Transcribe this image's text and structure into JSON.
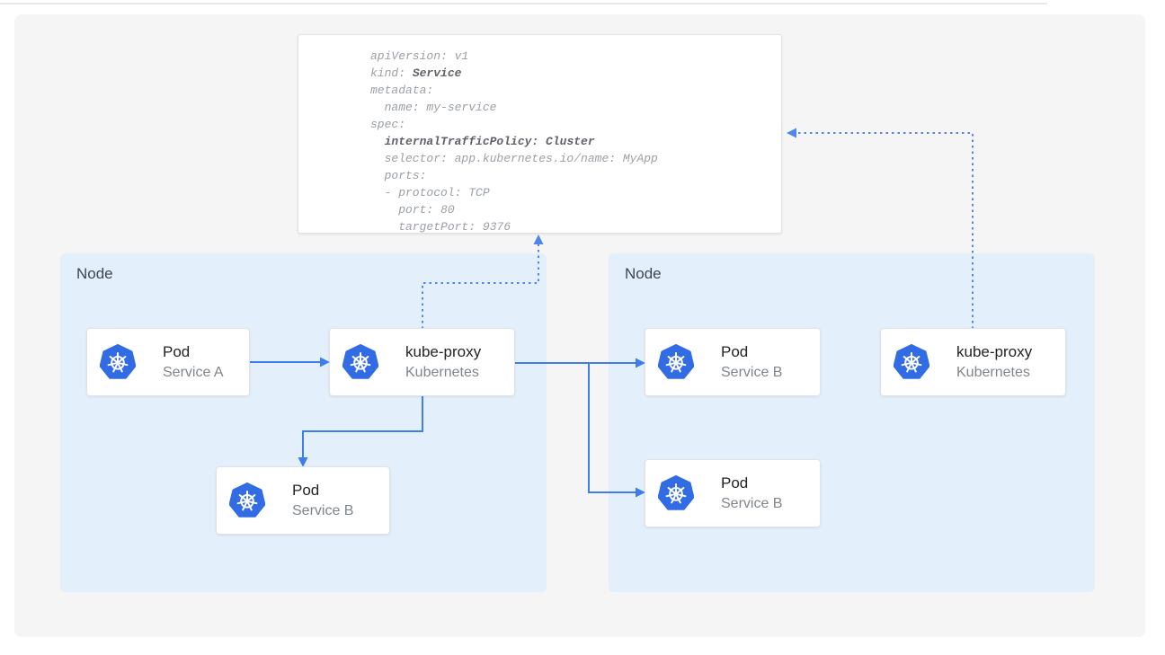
{
  "colors": {
    "panel-bg": "#f5f5f5",
    "node-bg": "#e3f0fc",
    "card-bg": "#ffffff",
    "card-border": "#e2e2e2",
    "arrow-blue": "#3f7de8",
    "dotted-blue": "#4f86ec",
    "k8s-blue": "#326ce5",
    "title-text": "#212326",
    "subtitle-text": "#7f868c",
    "node-label-text": "#3f4450",
    "code-text": "#9aa0a6",
    "code-bold-text": "#5f6368",
    "top-rule": "#e7e9eb"
  },
  "yaml_panel": {
    "lines": [
      {
        "segments": [
          {
            "text": "apiVersion: v1",
            "bold": false
          }
        ]
      },
      {
        "segments": [
          {
            "text": "kind: ",
            "bold": false
          },
          {
            "text": "Service",
            "bold": true
          }
        ]
      },
      {
        "segments": [
          {
            "text": "metadata:",
            "bold": false
          }
        ]
      },
      {
        "segments": [
          {
            "text": "  name: my-service",
            "bold": false
          }
        ]
      },
      {
        "segments": [
          {
            "text": "spec:",
            "bold": false
          }
        ]
      },
      {
        "segments": [
          {
            "text": "  ",
            "bold": false
          },
          {
            "text": "internalTrafficPolicy: Cluster",
            "bold": true
          }
        ]
      },
      {
        "segments": [
          {
            "text": "  selector: app.kubernetes.io/name: MyApp",
            "bold": false
          }
        ]
      },
      {
        "segments": [
          {
            "text": "  ports:",
            "bold": false
          }
        ]
      },
      {
        "segments": [
          {
            "text": "  - protocol: TCP",
            "bold": false
          }
        ]
      },
      {
        "segments": [
          {
            "text": "    port: 80",
            "bold": false
          }
        ]
      },
      {
        "segments": [
          {
            "text": "    targetPort: 9376",
            "bold": false
          }
        ]
      }
    ]
  },
  "nodes": [
    {
      "label": "Node",
      "cards": [
        {
          "title": "Pod",
          "subtitle": "Service A",
          "icon": "kubernetes-icon"
        },
        {
          "title": "kube-proxy",
          "subtitle": "Kubernetes",
          "icon": "kubernetes-icon"
        },
        {
          "title": "Pod",
          "subtitle": "Service B",
          "icon": "kubernetes-icon"
        }
      ]
    },
    {
      "label": "Node",
      "cards": [
        {
          "title": "Pod",
          "subtitle": "Service B",
          "icon": "kubernetes-icon"
        },
        {
          "title": "Pod",
          "subtitle": "Service B",
          "icon": "kubernetes-icon"
        },
        {
          "title": "kube-proxy",
          "subtitle": "Kubernetes",
          "icon": "kubernetes-icon"
        }
      ]
    }
  ]
}
